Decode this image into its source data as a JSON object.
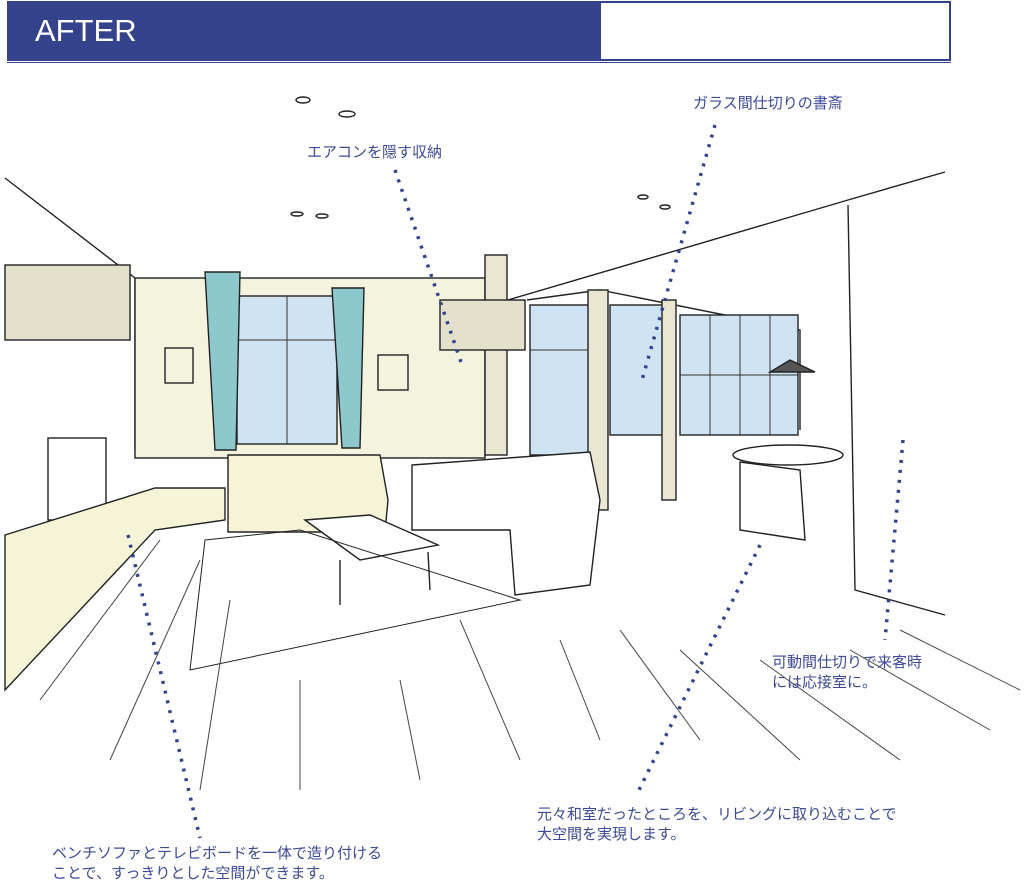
{
  "header": {
    "title": "AFTER"
  },
  "annotations": {
    "aircon_storage": "エアコンを隠す収納",
    "glass_study": "ガラス間仕切りの書斎",
    "movable_partition": [
      "可動間仕切りで来客時",
      "には応接室に。"
    ],
    "former_washitsu": [
      "元々和室だったところを、リビングに取り込むことで",
      "大空間を実現します。"
    ],
    "bench_sofa": [
      "ベンチソファとテレビボードを一体で造り付ける",
      "ことで、すっきりとした空間ができます。"
    ]
  },
  "colors": {
    "accent": "#34438c",
    "annotation": "#3d4a97",
    "curtain": "#8cc8cc",
    "glass": "#cfe3f2"
  }
}
